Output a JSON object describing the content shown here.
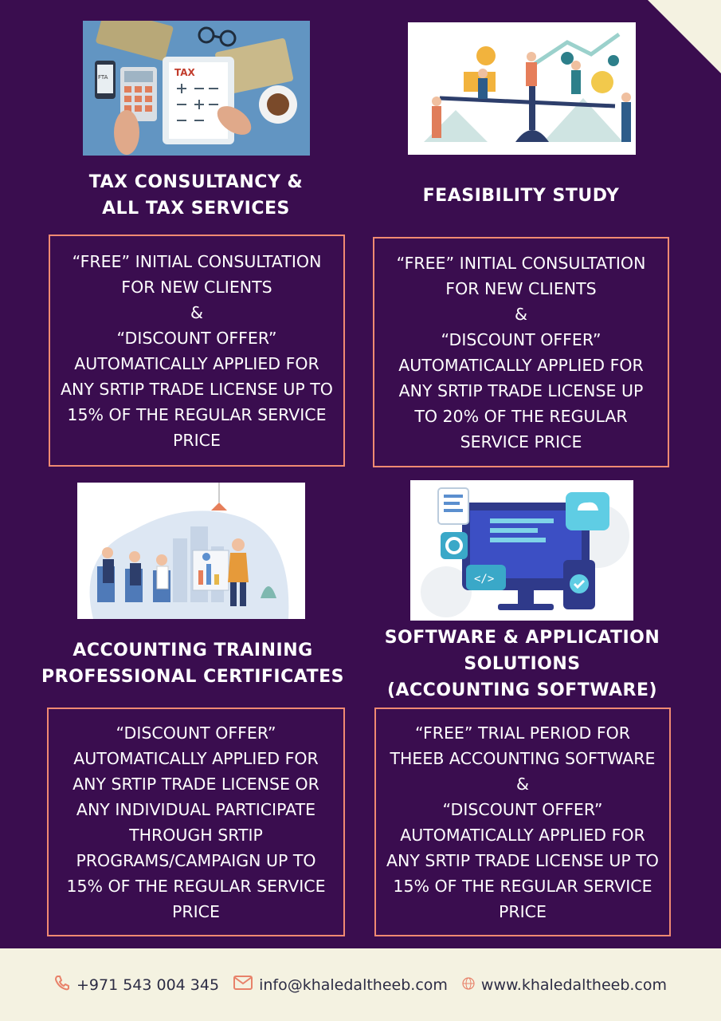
{
  "services": [
    {
      "title": "TAX CONSULTANCY &\nALL TAX SERVICES",
      "offer": "“FREE” INITIAL CONSULTATION\nFOR NEW CLIENTS\n&\n“DISCOUNT OFFER”\nAUTOMATICALLY APPLIED FOR\nANY SRTIP TRADE LICENSE UP TO\n15% OF THE REGULAR SERVICE\nPRICE",
      "image": {
        "tax_label": "TAX",
        "fta_label": "FTA"
      }
    },
    {
      "title": "FEASIBILITY STUDY",
      "offer": "“FREE” INITIAL CONSULTATION\nFOR NEW CLIENTS\n&\n“DISCOUNT OFFER”\nAUTOMATICALLY APPLIED FOR\nANY SRTIP TRADE LICENSE UP\nTO 20% OF THE REGULAR\nSERVICE PRICE"
    },
    {
      "title": "ACCOUNTING TRAINING\nPROFESSIONAL CERTIFICATES",
      "offer": "“DISCOUNT OFFER”\nAUTOMATICALLY APPLIED FOR\nANY SRTIP TRADE LICENSE OR\nANY INDIVIDUAL PARTICIPATE\nTHROUGH SRTIP\nPROGRAMS/CAMPAIGN  UP TO\n15% OF THE REGULAR SERVICE\nPRICE"
    },
    {
      "title": "SOFTWARE & APPLICATION\nSOLUTIONS\n(ACCOUNTING SOFTWARE)",
      "offer": "“FREE” TRIAL PERIOD FOR\nTHEEB ACCOUNTING SOFTWARE\n&\n“DISCOUNT OFFER”\nAUTOMATICALLY APPLIED FOR\nANY SRTIP TRADE LICENSE UP TO\n15% OF THE REGULAR SERVICE\nPRICE"
    }
  ],
  "footer": {
    "phone": "+971 543 004 345",
    "email": "info@khaledaltheeb.com",
    "website": "www.khaledaltheeb.com"
  },
  "colors": {
    "background": "#3a0d4f",
    "border": "#f08a72",
    "footer_bg": "#f4f2e1"
  }
}
